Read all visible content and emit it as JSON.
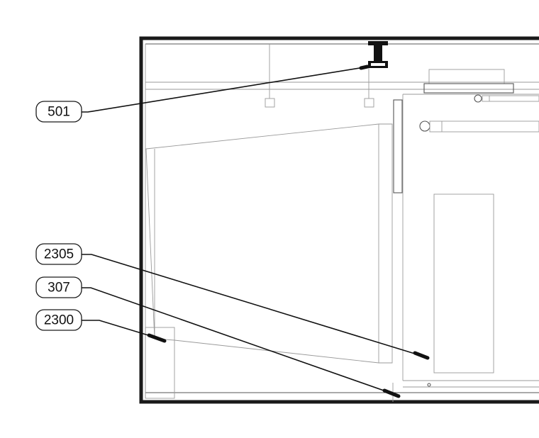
{
  "callouts": [
    {
      "id": "501",
      "label": "501"
    },
    {
      "id": "2305",
      "label": "2305"
    },
    {
      "id": "307",
      "label": "307"
    },
    {
      "id": "2300",
      "label": "2300"
    }
  ],
  "colors": {
    "line": "#111111",
    "thin_line": "#9a9a9a",
    "background": "#ffffff"
  }
}
